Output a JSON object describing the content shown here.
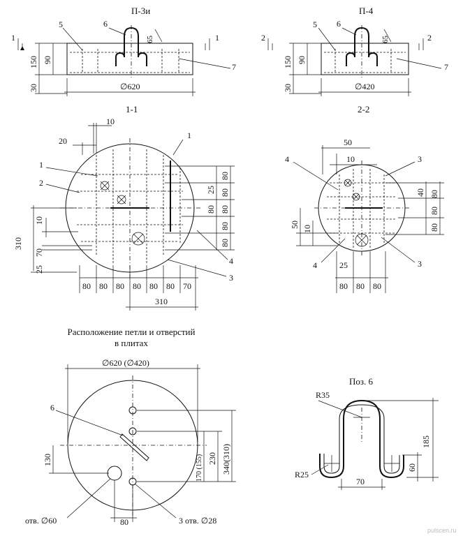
{
  "titles": {
    "p3i": "П-3и",
    "p4": "П-4",
    "s11": "1-1",
    "s22": "2-2",
    "layout_line1": "Расположение петли и отверстий",
    "layout_line2": "в плитах",
    "pos6": "Поз. 6"
  },
  "p3i": {
    "cut_left": "1",
    "cut_right": "1",
    "h150": "150",
    "h90": "90",
    "h30": "30",
    "diam": "∅620",
    "lbl5": "5",
    "lbl6": "6",
    "lbl65": "65",
    "lbl7": "7"
  },
  "p4": {
    "cut_left": "2",
    "cut_right": "2",
    "h150": "150",
    "h90": "90",
    "h30": "30",
    "diam": "∅420",
    "lbl5": "5",
    "lbl6": "6",
    "lbl65": "65",
    "lbl7": "7"
  },
  "s11": {
    "d10": "10",
    "d20": "20",
    "l1a": "1",
    "l1b": "1",
    "l2": "2",
    "l4": "4",
    "l3": "3",
    "r80a": "80",
    "r80b": "80",
    "r25": "25",
    "r80c": "80",
    "r80d": "80",
    "r80e": "80",
    "r80f": "80",
    "left10": "10",
    "left310": "310",
    "left70": "70",
    "left25": "25",
    "b80a": "80",
    "b80b": "80",
    "b80c": "80",
    "b80d": "80",
    "b80e": "80",
    "b80f": "80",
    "b70": "70",
    "b310": "310"
  },
  "s22": {
    "d50": "50",
    "d10": "10",
    "l4a": "4",
    "l3a": "3",
    "r40": "40",
    "r80a": "80",
    "r80b": "80",
    "r80c": "80",
    "left50": "50",
    "left10": "10",
    "l4b": "4",
    "d25": "25",
    "l3b": "3",
    "b80a": "80",
    "b80b": "80",
    "b80c": "80"
  },
  "layout": {
    "diam": "∅620 (∅420)",
    "lbl6": "6",
    "d130": "130",
    "d170": "170 (155)",
    "d230": "230",
    "d340": "340(310)",
    "hole_big": "отв. ∅60",
    "d80": "80",
    "holes_small": "3 отв. ∅28"
  },
  "pos6": {
    "r35": "R35",
    "r25": "R25",
    "d185": "185",
    "d60": "60",
    "d70": "70"
  },
  "watermark": "pulscen.ru"
}
